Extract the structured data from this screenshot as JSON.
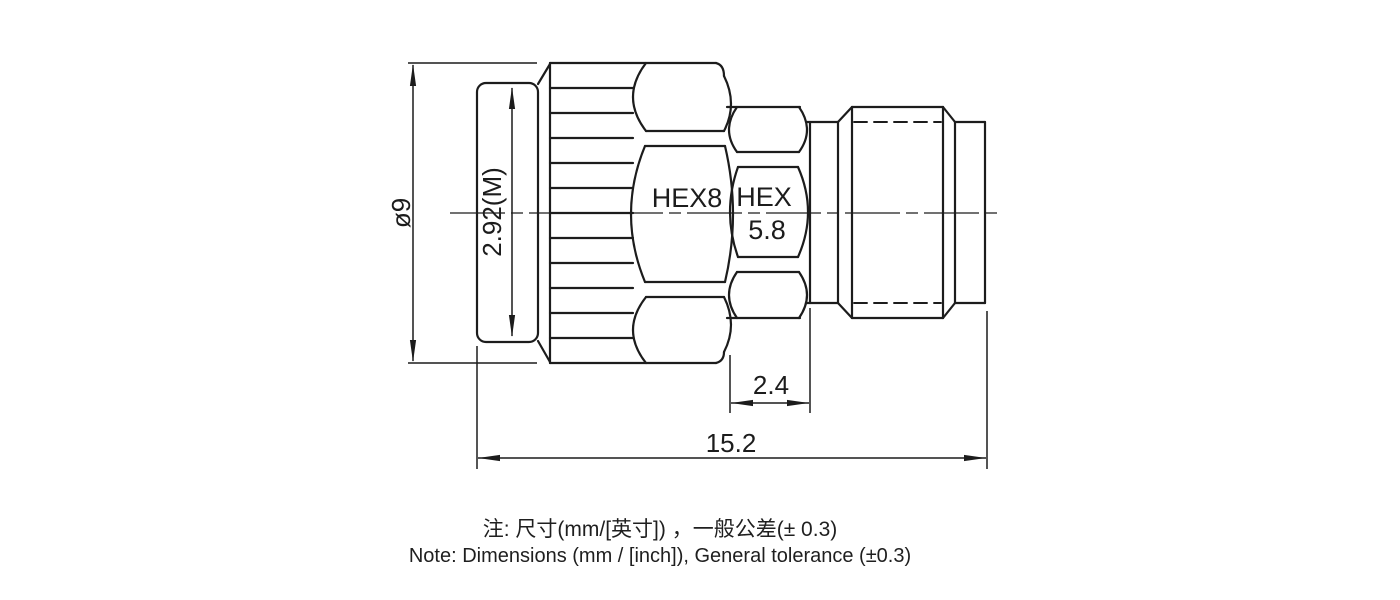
{
  "drawing": {
    "part_labels": {
      "coupling_nut_hex": "HEX8",
      "rear_hex_line1": "HEX",
      "rear_hex_line2": "5.8"
    },
    "dimensions": {
      "outer_diameter": "ø9",
      "interface": "2.92(M)",
      "rear_hex_length": "2.4",
      "overall_length": "15.2"
    },
    "notes": {
      "zh": "注: 尺寸(mm/[英寸]) ，一般公差(± 0.3)",
      "en": "Note: Dimensions (mm / [inch]), General tolerance (±0.3)"
    },
    "colors": {
      "line": "#1c1c1c",
      "background": "#ffffff"
    }
  }
}
